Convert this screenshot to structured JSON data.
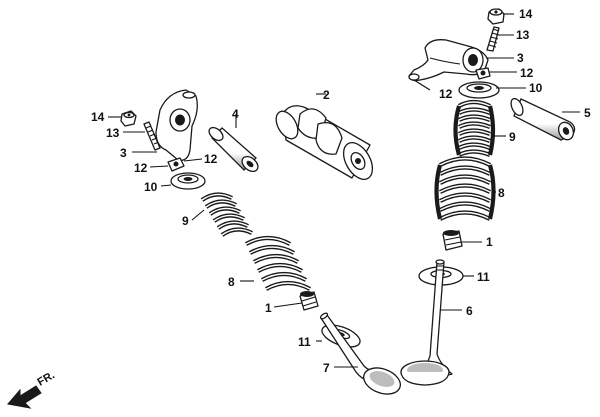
{
  "callouts": [
    {
      "id": "n14_r",
      "text": "14"
    },
    {
      "id": "n13_r",
      "text": "13"
    },
    {
      "id": "n3_r",
      "text": "3"
    },
    {
      "id": "n12_r1",
      "text": "12"
    },
    {
      "id": "n12_r2",
      "text": "12"
    },
    {
      "id": "n10_r",
      "text": "10"
    },
    {
      "id": "n5",
      "text": "5"
    },
    {
      "id": "n9_r",
      "text": "9"
    },
    {
      "id": "n8_r",
      "text": "8"
    },
    {
      "id": "n1_r",
      "text": "1"
    },
    {
      "id": "n11_r",
      "text": "11"
    },
    {
      "id": "n6",
      "text": "6"
    },
    {
      "id": "n2",
      "text": "2"
    },
    {
      "id": "n4",
      "text": "4"
    },
    {
      "id": "n14_l",
      "text": "14"
    },
    {
      "id": "n13_l",
      "text": "13"
    },
    {
      "id": "n3_l",
      "text": "3"
    },
    {
      "id": "n12_l1",
      "text": "12"
    },
    {
      "id": "n12_l2",
      "text": "12"
    },
    {
      "id": "n10_l",
      "text": "10"
    },
    {
      "id": "n9_l",
      "text": "9"
    },
    {
      "id": "n8_l",
      "text": "8"
    },
    {
      "id": "n1_l",
      "text": "1"
    },
    {
      "id": "n11_l",
      "text": "11"
    },
    {
      "id": "n7",
      "text": "7"
    }
  ],
  "direction_marker": {
    "label": "FR.",
    "icon": "front-direction-arrow-icon"
  },
  "colors": {
    "ink": "#1a1a1a",
    "background": "#ffffff",
    "shade": "#bdbdbd"
  }
}
